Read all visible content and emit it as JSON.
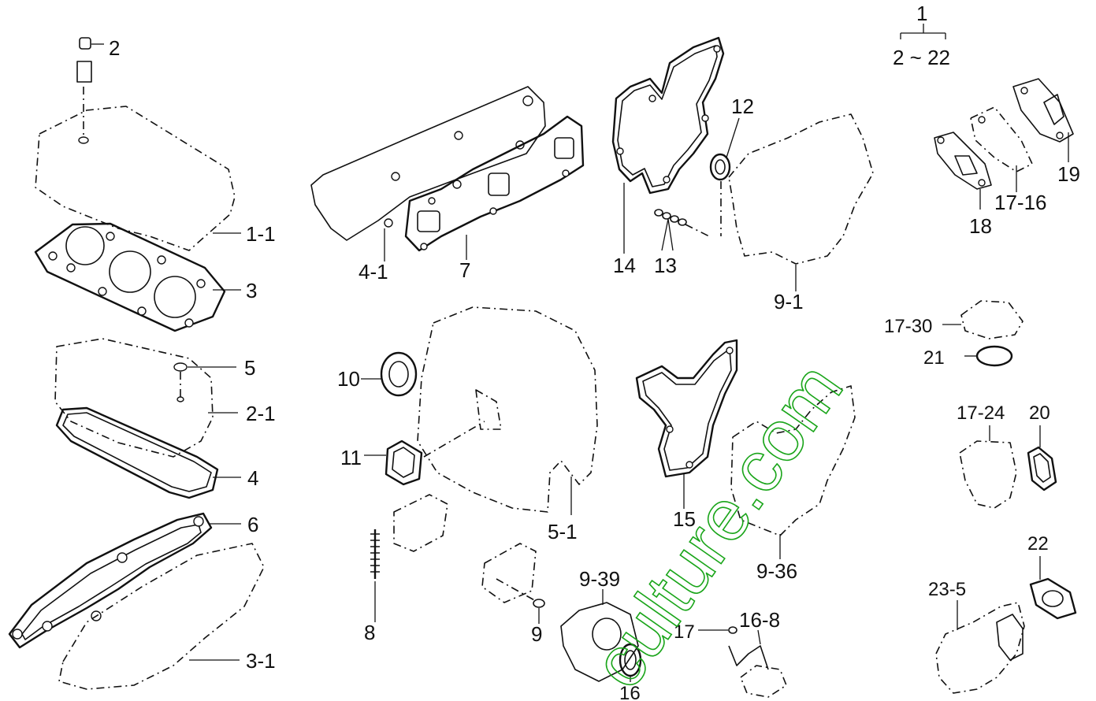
{
  "callouts": {
    "c1": "1",
    "c_range": "2 ~ 22",
    "c2": "2",
    "c1_1": "1-1",
    "c3": "3",
    "c5": "5",
    "c2_1": "2-1",
    "c4": "4",
    "c6": "6",
    "c3_1": "3-1",
    "c4_1": "4-1",
    "c7": "7",
    "c10": "10",
    "c11": "11",
    "c8": "8",
    "c5_1": "5-1",
    "c9": "9",
    "c9_39": "9-39",
    "c16a": "16",
    "c14": "14",
    "c13": "13",
    "c12": "12",
    "c9_1": "9-1",
    "c15": "15",
    "c9_36": "9-36",
    "c17": "17",
    "c16_8": "16-8",
    "c18": "18",
    "c17_16": "17-16",
    "c19": "19",
    "c17_30": "17-30",
    "c21": "21",
    "c17_24": "17-24",
    "c20": "20",
    "c22": "22",
    "c23_5": "23-5"
  },
  "watermark": "culture.com"
}
